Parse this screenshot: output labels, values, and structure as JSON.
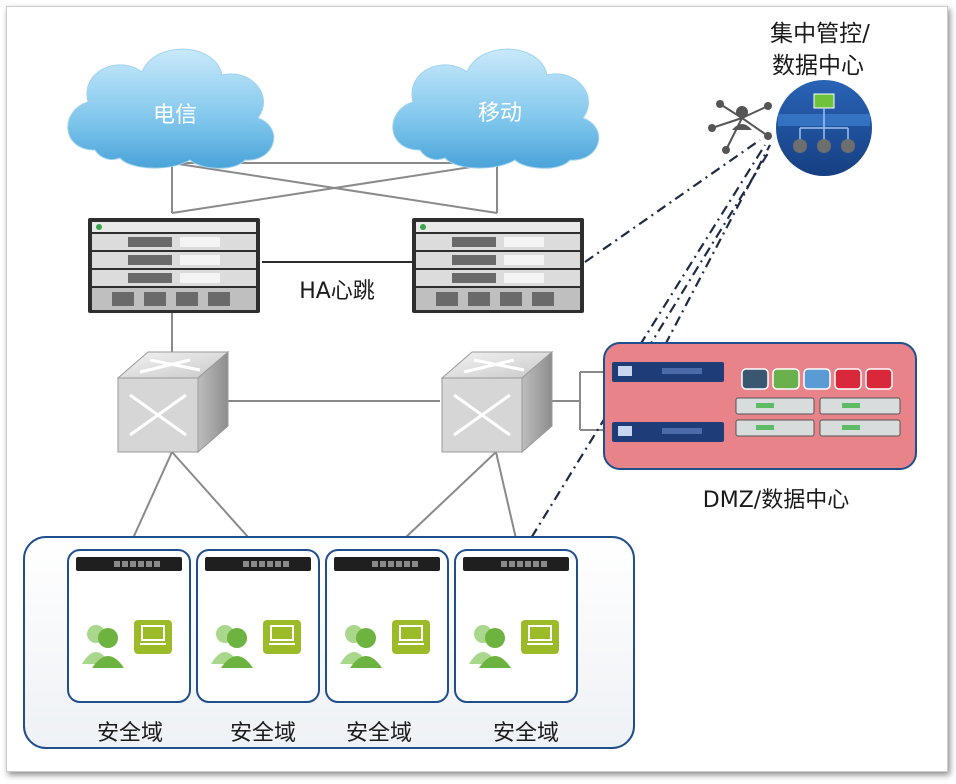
{
  "clouds": {
    "telecom": "电信",
    "mobile": "移动"
  },
  "ha_heartbeat_label": "HA心跳",
  "central_management": {
    "line1": "集中管控/",
    "line2": "数据中心"
  },
  "dmz_label": "DMZ/数据中心",
  "dmz_block_colors": [
    "#3b5670",
    "#6ab04c",
    "#5b9bd5",
    "#d9283a",
    "#d9283a"
  ],
  "zones": [
    "安全域",
    "安全域",
    "安全域",
    "安全域"
  ],
  "colors": {
    "cloud": "#7fc6ec",
    "dmz_fill": "#e8838a",
    "zone_border": "#2e6da4",
    "user_green": "#6db33f",
    "laptop_green": "#9bbb28",
    "management_circle": "#1c4f9c"
  }
}
